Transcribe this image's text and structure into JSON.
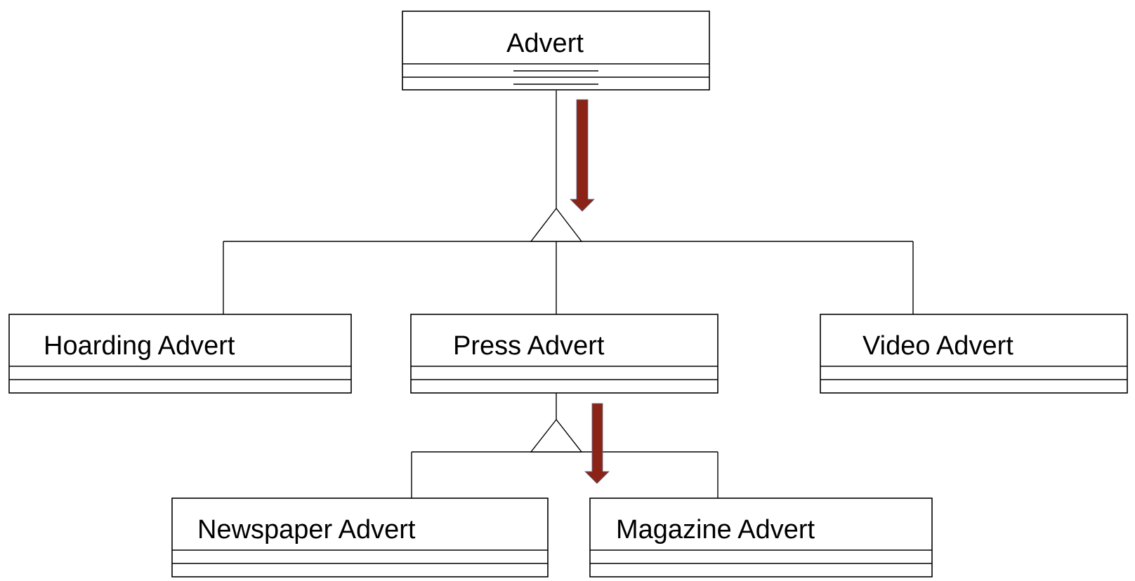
{
  "classes": {
    "advert": {
      "name": "Advert"
    },
    "hoarding_advert": {
      "name": "Hoarding Advert"
    },
    "press_advert": {
      "name": "Press Advert"
    },
    "video_advert": {
      "name": "Video Advert"
    },
    "newspaper_advert": {
      "name": "Newspaper Advert"
    },
    "magazine_advert": {
      "name": "Magazine Advert"
    }
  },
  "colors": {
    "arrow": "#8b2416",
    "line": "#000000",
    "background": "#ffffff"
  }
}
